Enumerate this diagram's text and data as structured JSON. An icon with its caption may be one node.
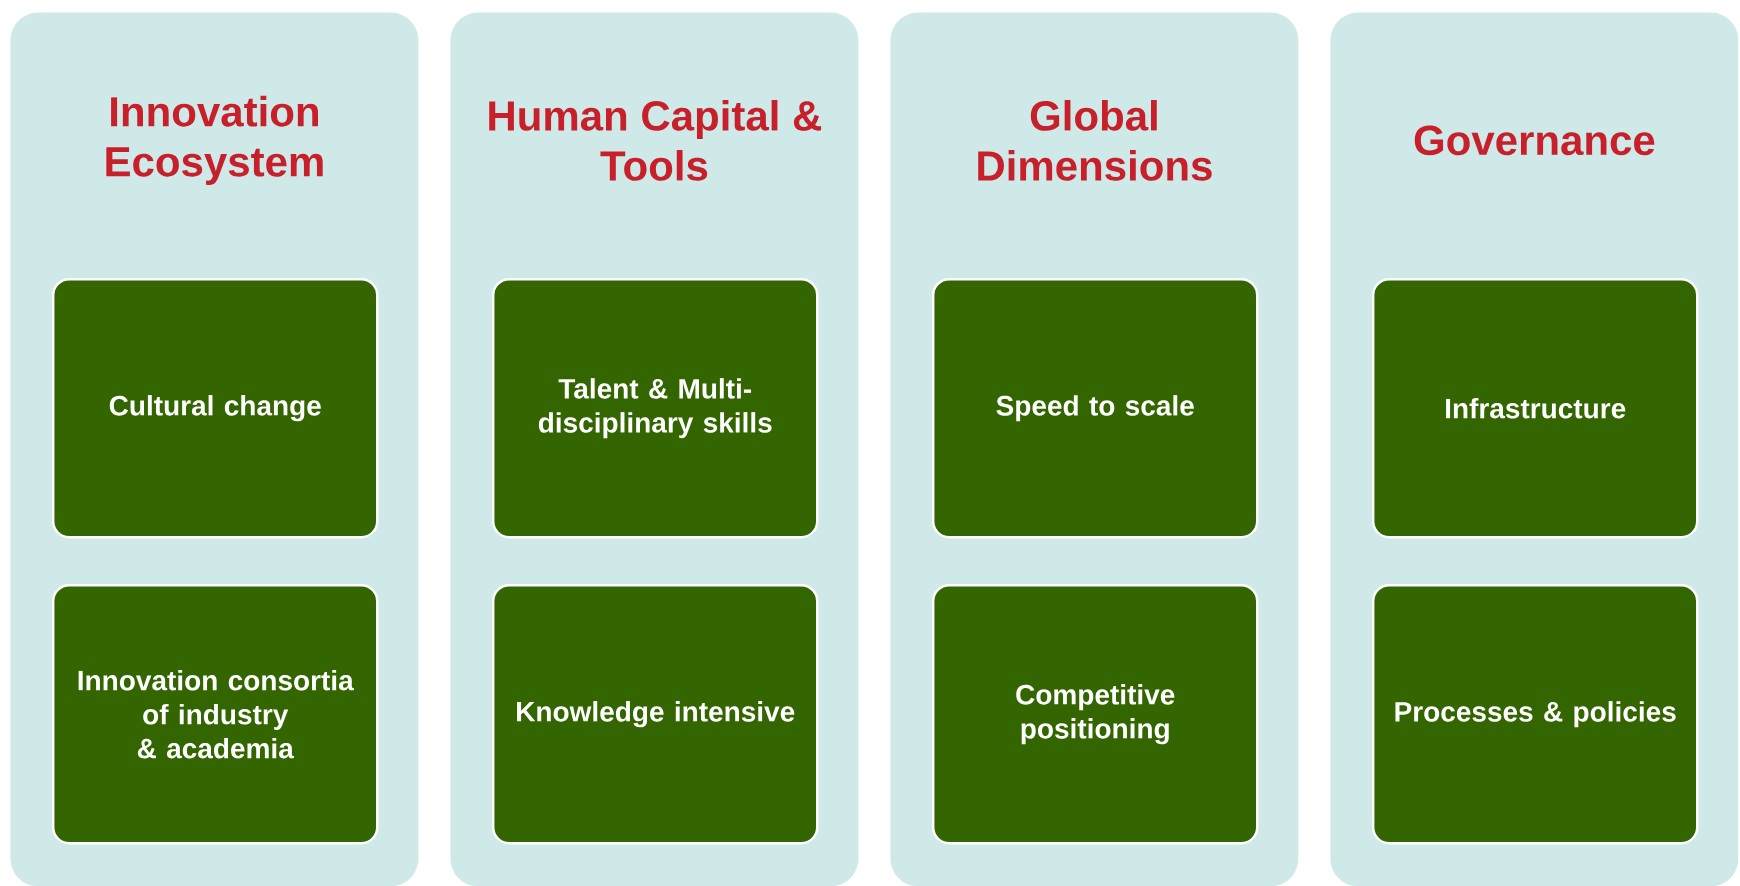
{
  "diagram": {
    "nodes": [
      {
        "text": [
          "Innovation Ecosystem"
        ]
      },
      {
        "text": [
          "Cultural change"
        ],
        "in": 0
      },
      {
        "text": [
          "Innovation consortia of industry & academia"
        ],
        "in": 0
      },
      {
        "text": [
          "Human Capital & Tools"
        ]
      },
      {
        "text": [
          "Talent & Multi-disciplinary skills"
        ],
        "in": 3
      },
      {
        "text": [
          "Knowledge intensive"
        ],
        "in": 3
      },
      {
        "text": [
          "Global Dimensions"
        ]
      },
      {
        "text": [
          "Speed to scale"
        ],
        "in": 6
      },
      {
        "text": [
          "Competitive positioning"
        ],
        "in": 6
      },
      {
        "text": [
          "Governance"
        ]
      },
      {
        "text": [
          "Infrastructure"
        ],
        "in": 9
      },
      {
        "text": [
          "Processes & policies"
        ],
        "in": 9
      }
    ]
  }
}
